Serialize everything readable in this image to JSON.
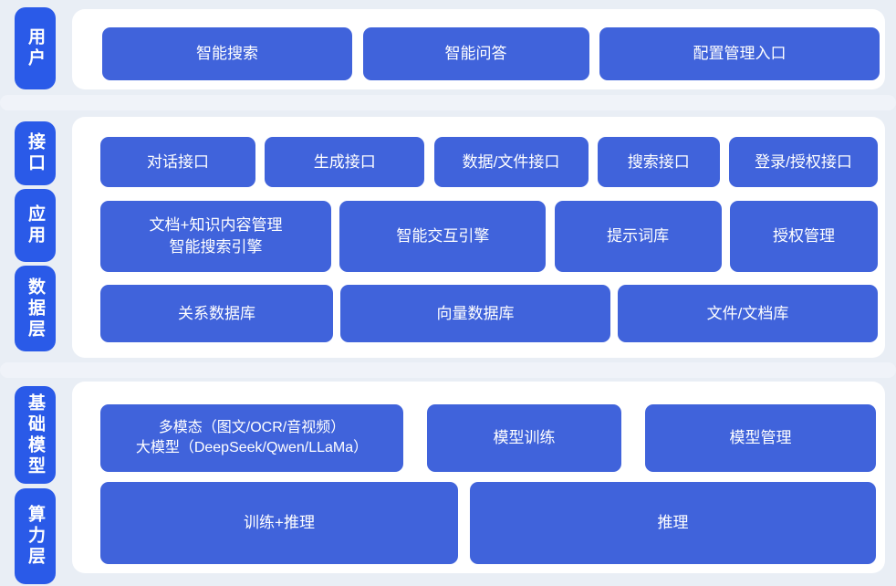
{
  "colors": {
    "page_background": "#E9EEF5",
    "panel_background": "#FFFFFF",
    "box_blue": "#4063DB",
    "layer_label_blue": "#2A5AE8",
    "text_white": "#FFFFFF"
  },
  "sections": [
    {
      "name": "user-layer",
      "labels": [
        "用户"
      ],
      "rows": [
        [
          "智能搜索",
          "智能问答",
          "配置管理入口"
        ]
      ]
    },
    {
      "name": "interface-application-data-layer",
      "labels": [
        "接口",
        "应用",
        "数据层"
      ],
      "rows": [
        [
          "对话接口",
          "生成接口",
          "数据/文件接口",
          "搜索接口",
          "登录/授权接口"
        ],
        [
          "文档+知识内容管理\n智能搜索引擎",
          "智能交互引擎",
          "提示词库",
          "授权管理"
        ],
        [
          "关系数据库",
          "向量数据库",
          "文件/文档库"
        ]
      ]
    },
    {
      "name": "model-compute-layer",
      "labels": [
        "基础模型",
        "算力层"
      ],
      "rows": [
        [
          "多模态（图文/OCR/音视频）\n大模型（DeepSeek/Qwen/LLaMa）",
          "模型训练",
          "模型管理"
        ],
        [
          "训练+推理",
          "推理"
        ]
      ]
    }
  ]
}
